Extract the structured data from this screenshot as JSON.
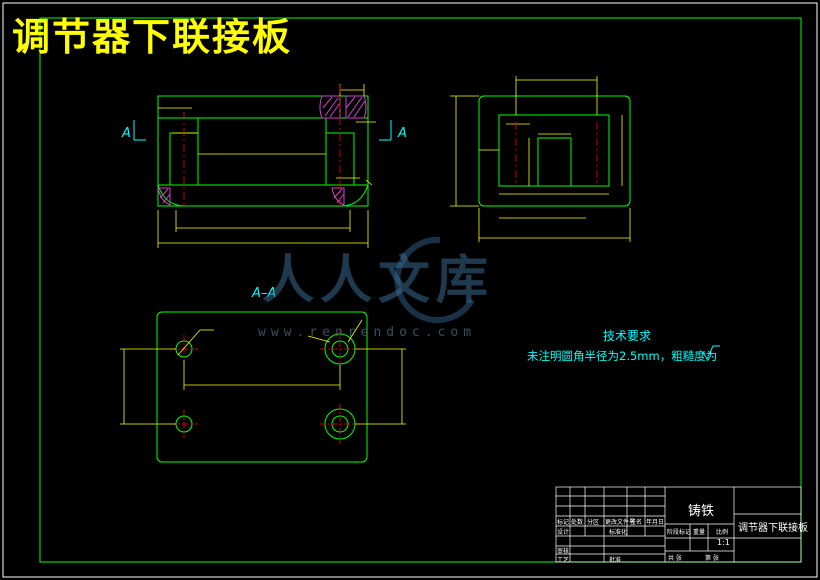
{
  "drawing": {
    "title": "调节器下联接板",
    "section_label": "A–A",
    "section_marker": "A"
  },
  "tech_requirements": {
    "heading": "技术要求",
    "note": "未注明圆角半径为2.5mm，粗糙度为"
  },
  "watermark": {
    "brand": "人人文库",
    "url": "www.renrendoc.com"
  },
  "title_block": {
    "material": "铸铁",
    "part_name": "调节器下联接板",
    "scale": "1:1",
    "labels": [
      "标记",
      "处数",
      "分区",
      "更改文件号",
      "签名",
      "年月日",
      "设计",
      "标准化",
      "阶段标记",
      "重量",
      "比例",
      "审核",
      "工艺",
      "批准",
      "共 张",
      "第 张"
    ]
  },
  "colors": {
    "outline": "#00ff00",
    "dimension": "#ffff00",
    "centerline": "#ff0000",
    "section_hatch": "#cc44cc",
    "text_cyan": "#00ffff",
    "frame": "#ffffff"
  }
}
